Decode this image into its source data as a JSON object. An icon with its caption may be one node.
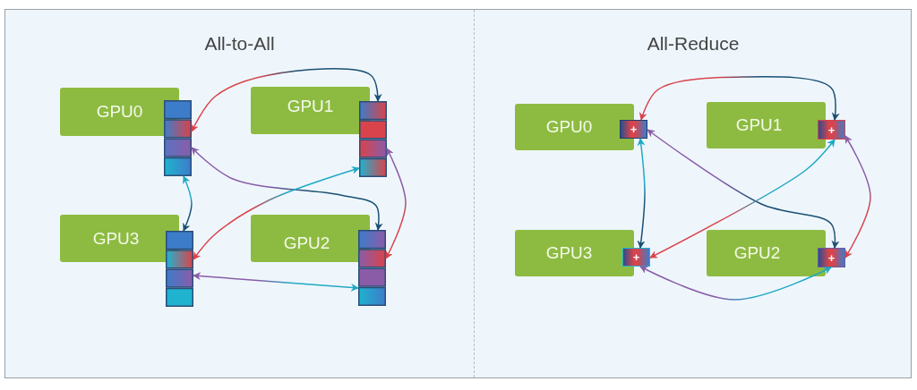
{
  "diagram": {
    "nodes": [
      {
        "text": [
          "All-to-All"
        ]
      },
      {
        "text": [
          "GPU0"
        ],
        "in": 0
      },
      {
        "text": [],
        "shape": "box",
        "in": 0
      },
      {
        "text": [
          "GPU1"
        ],
        "in": 0
      },
      {
        "text": [],
        "shape": "box",
        "in": 0
      },
      {
        "text": [
          "GPU3"
        ],
        "in": 0
      },
      {
        "text": [],
        "shape": "box",
        "in": 0
      },
      {
        "text": [
          "GPU2"
        ],
        "in": 0
      },
      {
        "text": [],
        "shape": "box",
        "in": 0
      },
      {
        "text": [
          "All-Reduce"
        ]
      },
      {
        "text": [
          "GPU0"
        ],
        "in": 9
      },
      {
        "text": [
          "+"
        ],
        "in": 9
      },
      {
        "text": [
          "GPU1"
        ],
        "in": 9
      },
      {
        "text": [
          "+"
        ],
        "in": 9
      },
      {
        "text": [
          "GPU3"
        ],
        "in": 9
      },
      {
        "text": [
          "+"
        ],
        "in": 9
      },
      {
        "text": [
          "GPU2"
        ],
        "in": 9
      },
      {
        "text": [
          "+"
        ],
        "in": 9
      }
    ],
    "edges": [
      {
        "from": 2,
        "to": 4,
        "arrow": "both",
        "color": "#d9434b"
      },
      {
        "from": 2,
        "to": 8,
        "arrow": "both",
        "color": "#8a5ca8"
      },
      {
        "from": 2,
        "to": 6,
        "arrow": "both",
        "color": "#1fa9c4"
      },
      {
        "from": 4,
        "to": 8,
        "arrow": "both",
        "color": "#8a5ca8"
      },
      {
        "from": 4,
        "to": 6,
        "arrow": "both",
        "color": "#1fa9c4"
      },
      {
        "from": 6,
        "to": 8,
        "arrow": "both",
        "color": "#8a5ca8"
      },
      {
        "from": 11,
        "to": 13,
        "arrow": "both",
        "color": "#d9434b"
      },
      {
        "from": 11,
        "to": 17,
        "arrow": "both",
        "color": "#8a5ca8"
      },
      {
        "from": 11,
        "to": 15,
        "arrow": "both",
        "color": "#1fa9c4"
      },
      {
        "from": 13,
        "to": 15,
        "arrow": "both",
        "color": "#1fa9c4"
      },
      {
        "from": 13,
        "to": 17,
        "arrow": "both",
        "color": "#8a5ca8"
      },
      {
        "from": 15,
        "to": 17,
        "arrow": "both",
        "color": "#8a5ca8"
      }
    ]
  }
}
